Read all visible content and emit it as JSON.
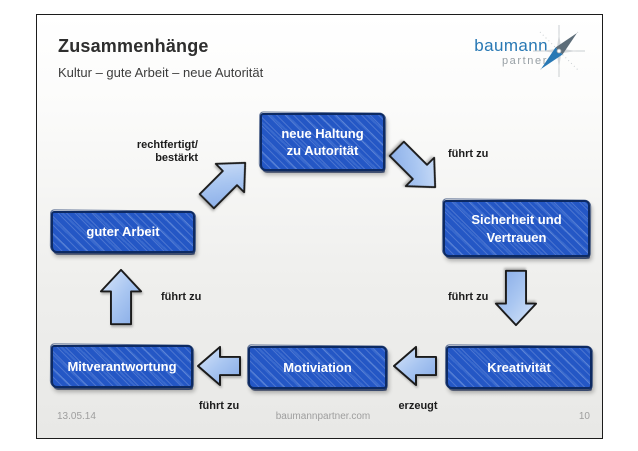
{
  "slide": {
    "title": "Zusammenhänge",
    "subtitle": "Kultur – gute Arbeit – neue Autorität"
  },
  "logo": {
    "brand": "baumann",
    "brand_sub": "partner",
    "icon": "compass-icon",
    "brand_color": "#2878b4",
    "sub_color": "#98a0a5"
  },
  "diagram": {
    "boxes": [
      {
        "id": "neue-haltung",
        "label": "neue Haltung\nzu Autorität"
      },
      {
        "id": "sicherheit",
        "label": "Sicherheit und\nVertrauen"
      },
      {
        "id": "guter-arbeit",
        "label": "guter Arbeit"
      },
      {
        "id": "mitverantwortung",
        "label": "Mitverantwortung"
      },
      {
        "id": "motiviation",
        "label": "Motiviation"
      },
      {
        "id": "kreativitaet",
        "label": "Kreativität"
      }
    ],
    "edge_labels": {
      "rechtfertigt": "rechtfertigt/\nbestärkt",
      "fuehrt_zu_top_right": "führt zu",
      "fuehrt_zu_right": "führt zu",
      "fuehrt_zu_left": "führt zu",
      "fuehrt_zu_bottom": "führt zu",
      "erzeugt": "erzeugt"
    },
    "arrow_icons": [
      "arrow-ne-icon",
      "arrow-se-icon",
      "arrow-down-icon",
      "arrow-up-icon",
      "arrow-left-icon",
      "arrow-left-icon"
    ]
  },
  "footer": {
    "date": "13.05.14",
    "website": "baumannpartner.com",
    "page_number": "10"
  },
  "colors": {
    "box_fill": "#2457c5",
    "box_border": "#0d2a63",
    "arrow_fill_light": "#d9e6f9",
    "arrow_fill_dark": "#84a9e6",
    "slide_border": "#1c1c1c",
    "text_dark": "#2e2e2e",
    "footer_gray": "#9e9e9e"
  }
}
